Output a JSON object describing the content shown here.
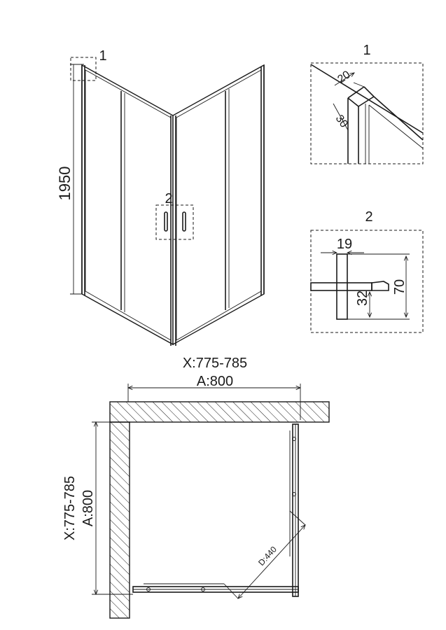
{
  "callouts": {
    "detail1_marker": "1",
    "detail2_marker": "2"
  },
  "dimensions": {
    "height": "1950",
    "x_range_top": "X:775-785",
    "a_top": "A:800",
    "x_range_side": "X:775-785",
    "a_side": "A:800",
    "door_opening": "D:440"
  },
  "detail1": {
    "title": "1",
    "profile_width": "20",
    "profile_depth": "30"
  },
  "detail2": {
    "title": "2",
    "width": "19",
    "height": "70",
    "lower": "32"
  }
}
